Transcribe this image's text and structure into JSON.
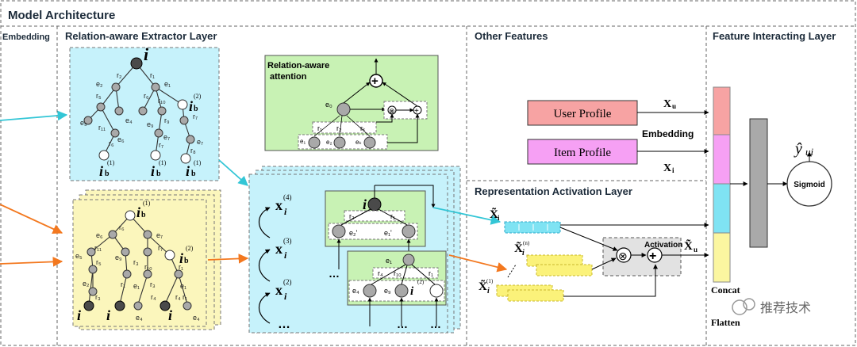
{
  "title": "Model Architecture",
  "sections": {
    "embedding": "Embedding",
    "relation_extractor": "Relation-aware Extractor Layer",
    "other_features": "Other Features",
    "feature_interacting": "Feature Interacting Layer",
    "representation_activation": "Representation Activation Layer"
  },
  "attention": {
    "title_line1": "Relation-aware",
    "title_line2": "attention",
    "e0": "e₀",
    "r1": "r₁",
    "r2": "r₂",
    "rk": "rₖ",
    "e1": "e₁",
    "e2": "e₂",
    "ek": "eₖ",
    "plus": "+",
    "times": "⊗",
    "small_plus": "+"
  },
  "upper_tree": {
    "root": "i",
    "labels": [
      "r₂",
      "r₁",
      "e₂",
      "e₁",
      "r₅",
      "r₆",
      "r₁₀",
      "r₃",
      "r₇",
      "e₅",
      "e₄",
      "e₉",
      "e₃",
      "r₁₁",
      "r₉",
      "r₇",
      "e₆",
      "e₇",
      "e₇",
      "r₆",
      "r₇",
      "r₈"
    ],
    "root_top": "i",
    "root_top_sup": "(2)",
    "leaf1": "i",
    "leaf1_sup": "(1)",
    "leaf2": "i",
    "leaf2_sup": "(1)",
    "leaf3": "i",
    "leaf3_sup": "(1)",
    "b": "b"
  },
  "lower_tree": {
    "top": "i",
    "top_sup": "(1)",
    "b": "b",
    "right": "i",
    "right_sup": "(2)",
    "labels": [
      "r₆",
      "e₆",
      "e₇",
      "r₁₁",
      "r₇",
      "e₅",
      "e₉",
      "r₃",
      "r₅",
      "r₁₀",
      "r₁",
      "e₂",
      "e₁",
      "r₁",
      "r₃",
      "r₁",
      "r₄",
      "e₄",
      "e₄"
    ],
    "bottom_i": "i"
  },
  "x_stack": {
    "x": "x",
    "i": "i",
    "sup4": "(4)",
    "sup3": "(3)",
    "sup2": "(2)",
    "dots": "…"
  },
  "activation_tree": {
    "top": "i",
    "r2": "r₂",
    "r1": "r₁",
    "e2p": "e₂'",
    "e1p": "e₁'",
    "e1": "e₁",
    "r4": "r₄",
    "r10": "r₁₀",
    "r1b": "r₁",
    "e4": "e₄",
    "e9": "e₉",
    "ib": "i",
    "ib_sup": "(2)",
    "dots": "…"
  },
  "other_features": {
    "user_profile": "User Profile",
    "item_profile": "Item Profile",
    "xu": "X",
    "xu_sub": "u",
    "xi": "X",
    "xi_sub": "i",
    "embedding": "Embedding"
  },
  "representation": {
    "xi_tilde": "X̃",
    "xi_sub": "i",
    "xib_n": "X̃",
    "xib_n_sup": "(n)",
    "xib_1": "X̃",
    "xib_1_sup": "(1)",
    "ib": "i",
    "b": "b",
    "activation": "Activation",
    "times": "⊗",
    "plus": "+",
    "xu_tilde": "X̃",
    "xu_sub": "u"
  },
  "output": {
    "y_hat": "ŷ",
    "y_sub": "ui",
    "sigmoid": "Sigmoid",
    "concat": "Concat",
    "flatten": "Flatten"
  },
  "watermark": "推荐技术",
  "colors": {
    "cyan_box": "#c6f2fb",
    "yellow_box": "#fbf6bc",
    "green_box": "#c8f2b4",
    "user_profile": "#f7a3a3",
    "item_profile": "#f6a0f4",
    "cyan_arrow": "#33c6d6",
    "orange_arrow": "#f3781f",
    "node_gray": "#a9a9a9",
    "node_dark": "#4a4a4a"
  }
}
